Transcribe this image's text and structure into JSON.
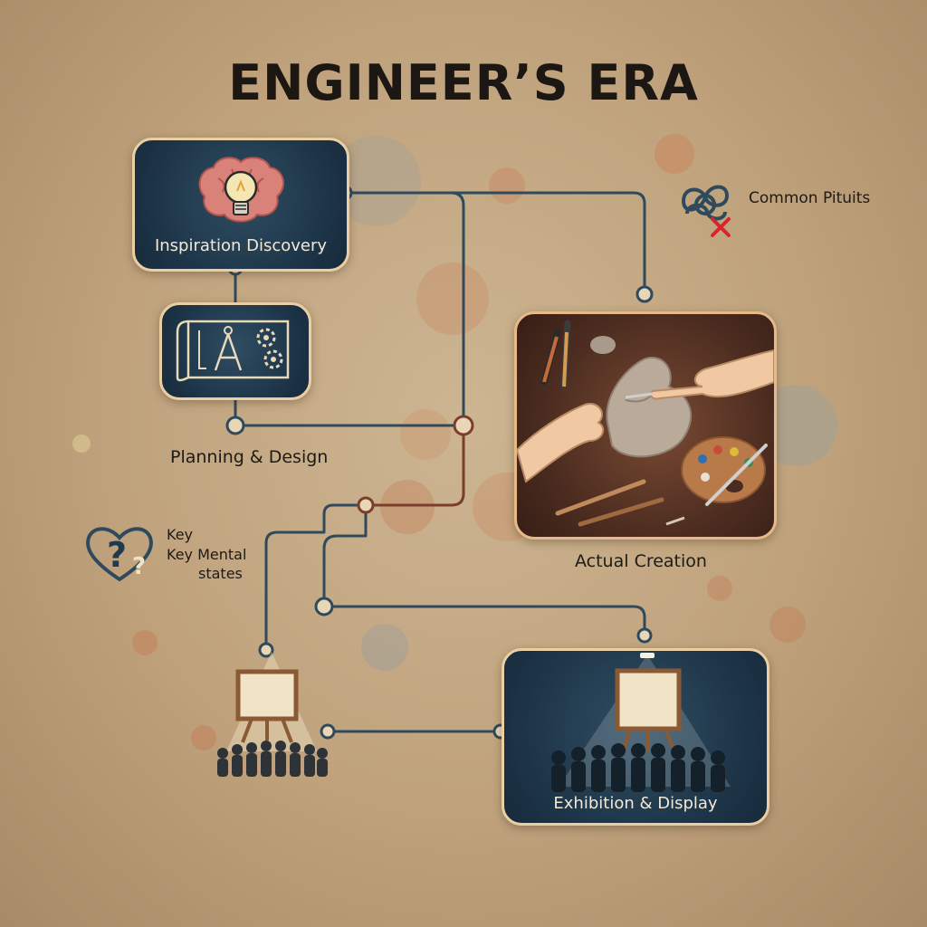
{
  "title": "ENGINEER’S ERA",
  "nodes": {
    "inspiration": {
      "label": "Inspiration Discovery"
    },
    "planning": {
      "label": "Planning & Design"
    },
    "creation": {
      "label": "Actual Creation"
    },
    "exhibition": {
      "label": "Exhibition & Display"
    }
  },
  "legend": {
    "pitfalls": {
      "label": "Common Pituits"
    },
    "mental": {
      "line1": "Key",
      "line2": "Key Mental",
      "line3": "states"
    }
  },
  "colors": {
    "navy": "#1d3447",
    "connector_navy": "#2f4a5c",
    "connector_brown": "#7a3e2a",
    "red_x": "#d7262b"
  },
  "icons": [
    "brain-lightbulb-icon",
    "blueprint-compass-icon",
    "sculpting-hands-icon",
    "palette-icon",
    "easel-icon",
    "audience-icon",
    "knot-icon",
    "heart-question-icon"
  ]
}
